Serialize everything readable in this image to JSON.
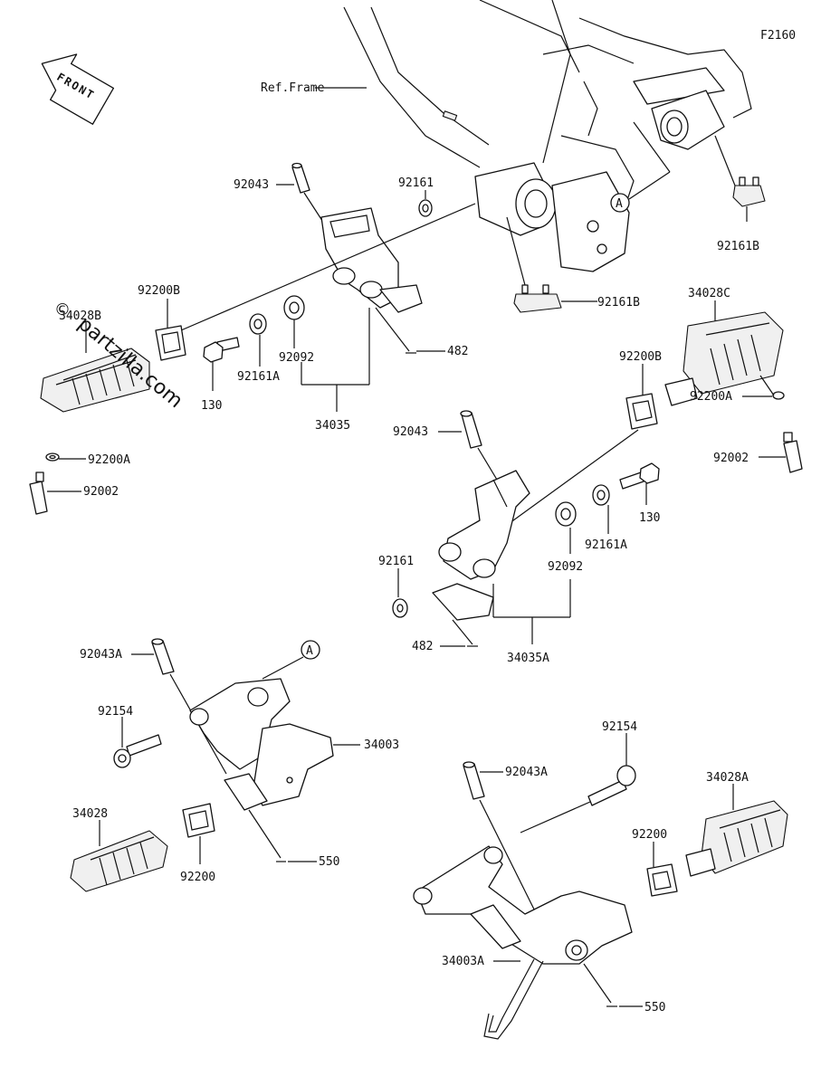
{
  "figure_code": "F2160",
  "front_marker": "FRONT",
  "watermark": {
    "symbol": "©",
    "text": "partzilla.com"
  },
  "callouts": {
    "ref_frame": "Ref.Frame",
    "a_top": "A",
    "a_bottom": "A",
    "p92043_l": "92043",
    "p92161_top": "92161",
    "p92161B_r": "92161B",
    "p92161B_m": "92161B",
    "p92200B_l": "92200B",
    "p34028B": "34028B",
    "p130_l": "130",
    "p92161A_l": "92161A",
    "p92092_l": "92092",
    "p482_l": "482",
    "p34035": "34035",
    "p92200A_l": "92200A",
    "p92002_l": "92002",
    "p34028C": "34028C",
    "p92200B_r": "92200B",
    "p92200A_r": "92200A",
    "p92002_r": "92002",
    "p92043_r": "92043",
    "p130_r": "130",
    "p92161A_r": "92161A",
    "p92161_r": "92161",
    "p92092_r": "92092",
    "p482_r": "482",
    "p34035A": "34035A",
    "p92043A_l": "92043A",
    "p92154_l": "92154",
    "p34003": "34003",
    "p34028": "34028",
    "p92200": "92200",
    "p550_l": "550",
    "p92154_r": "92154",
    "p92043A_r": "92043A",
    "p34028A": "34028A",
    "p92200_r": "92200",
    "p34003A": "34003A",
    "p550_r": "550"
  }
}
